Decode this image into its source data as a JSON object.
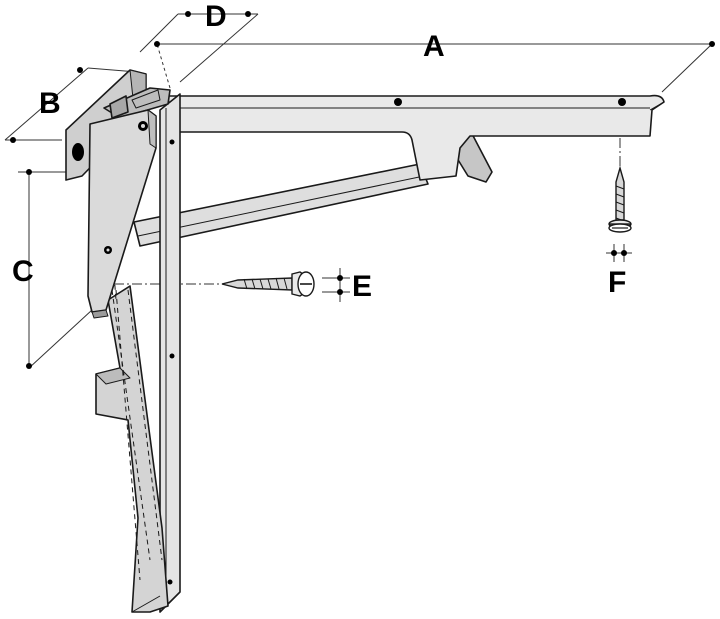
{
  "labels": {
    "a": "A",
    "b": "B",
    "c": "C",
    "d": "D",
    "e": "E",
    "f": "F"
  },
  "colors": {
    "metal_light": "#e9e9e9",
    "metal_mid": "#d2d2d2",
    "metal_dark": "#b9b9b9",
    "outline": "#1a1a1a",
    "dimension": "#333333"
  }
}
